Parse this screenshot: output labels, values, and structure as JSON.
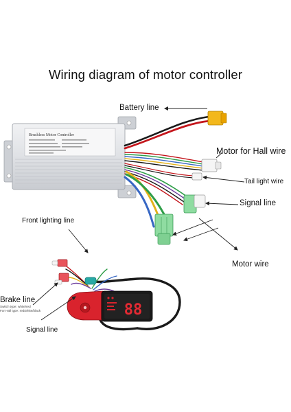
{
  "title": "Wiring diagram of motor controller",
  "labels": {
    "battery_line": "Battery line",
    "motor_hall_wire": "Motor for Hall wire",
    "tail_light_wire": "Tail light wire",
    "signal_line_right": "Signal line",
    "front_lighting_line": "Front lighting line",
    "motor_wire": "Motor wire",
    "brake_line": "Brake line",
    "brake_switch_type": "Switch type: white/red",
    "brake_hall_type": "For Hall type: red/white/black",
    "signal_line_left": "Signal line"
  },
  "controller_label": "Brushless Motor Controller",
  "display_reading": "88",
  "colors": {
    "controller_body": "#e4e6ea",
    "bracket": "#c7cad0",
    "wire_red": "#c4161c",
    "wire_black": "#1a1a1a",
    "wire_yellow": "#e3b21c",
    "wire_green": "#2f9e48",
    "wire_blue": "#3767c4",
    "wire_purple": "#6b3b9c",
    "connector_green": "#8fdca1",
    "connector_yellow": "#f3b81c",
    "display_red": "#d9232d",
    "display_black": "#1a1a1a"
  }
}
